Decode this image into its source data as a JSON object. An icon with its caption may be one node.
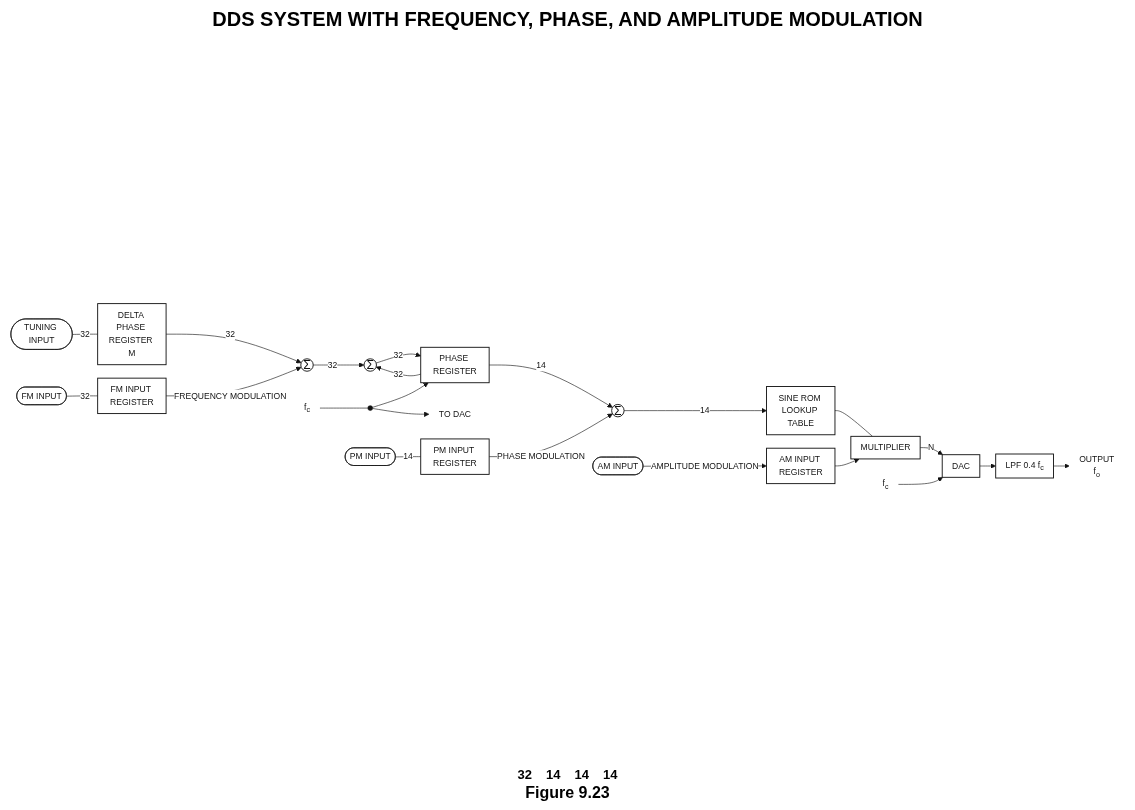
{
  "diagram": {
    "title": "DDS SYSTEM WITH FREQUENCY, PHASE, AND AMPLITUDE MODULATION",
    "caption": "Figure 9.23",
    "nodes": [
      {
        "text": [
          "TUNING INPUT"
        ]
      },
      {
        "text": [
          "DELTA PHASE REGISTER M"
        ]
      },
      {
        "text": [
          "Σ"
        ]
      },
      {
        "text": [
          "Σ"
        ]
      },
      {
        "text": [
          "PHASE REGISTER"
        ]
      },
      {
        "text": [
          "Σ"
        ]
      },
      {
        "text": [
          "SINE ROM LOOKUP TABLE"
        ]
      },
      {
        "text": [
          "FM INPUT"
        ]
      },
      {
        "text": [
          "FM INPUT REGISTER"
        ]
      },
      {
        "text": [
          "f$_{c}$"
        ]
      },
      {
        "text": [
          "TO DAC"
        ]
      },
      {
        "text": [],
        "shape": "circle"
      },
      {
        "text": [
          "MULTIPLIER"
        ]
      },
      {
        "text": [
          "PM INPUT"
        ]
      },
      {
        "text": [
          "PM INPUT REGISTER"
        ]
      },
      {
        "text": [
          "DAC"
        ]
      },
      {
        "text": [
          "f$_{c}$"
        ]
      },
      {
        "text": [
          "AM INPUT"
        ]
      },
      {
        "text": [
          "AM INPUT REGISTER"
        ]
      },
      {
        "text": [
          "LPF 0.4 f$_{c}$"
        ]
      },
      {
        "text": [
          "OUTPUT",
          "f$_{o}$"
        ]
      }
    ],
    "edges": [
      {
        "from": 0,
        "to": 1,
        "arrow": "none",
        "label": "32"
      },
      {
        "from": 1,
        "to": 2,
        "arrow": "to",
        "label": "32"
      },
      {
        "from": 2,
        "to": 3,
        "arrow": "to",
        "label": "32"
      },
      {
        "from": 3,
        "to": 4,
        "arrow": "to",
        "label": "32"
      },
      {
        "from": 4,
        "to": 3,
        "arrow": "to",
        "label": "32"
      },
      {
        "from": 4,
        "to": 5,
        "arrow": "to",
        "label": "14"
      },
      {
        "from": 5,
        "to": 6,
        "arrow": "to",
        "label": "14"
      },
      {
        "from": 7,
        "to": 8,
        "arrow": "none",
        "label": "32"
      },
      {
        "from": 8,
        "to": 2,
        "arrow": "to",
        "label": "FREQUENCY MODULATION"
      },
      {
        "from": 9,
        "to": 11,
        "arrow": "none"
      },
      {
        "from": 11,
        "to": 4,
        "arrow": "to"
      },
      {
        "from": 11,
        "to": 10,
        "arrow": "to"
      },
      {
        "from": 6,
        "to": 12,
        "arrow": "none"
      },
      {
        "from": 13,
        "to": 14,
        "arrow": "none",
        "label": "14"
      },
      {
        "from": 14,
        "to": 5,
        "arrow": "to",
        "label": "PHASE MODULATION"
      },
      {
        "from": 17,
        "to": 18,
        "arrow": "to",
        "label": "AMPLITUDE MODULATION"
      },
      {
        "from": 18,
        "to": 12,
        "arrow": "to"
      },
      {
        "from": 12,
        "to": 15,
        "arrow": "to",
        "label": "N"
      },
      {
        "from": 16,
        "to": 15,
        "arrow": "to"
      },
      {
        "from": 15,
        "to": 19,
        "arrow": "to"
      },
      {
        "from": 19,
        "to": 20,
        "arrow": "to"
      }
    ],
    "labels": [
      "32",
      "14",
      "14",
      "14"
    ]
  }
}
